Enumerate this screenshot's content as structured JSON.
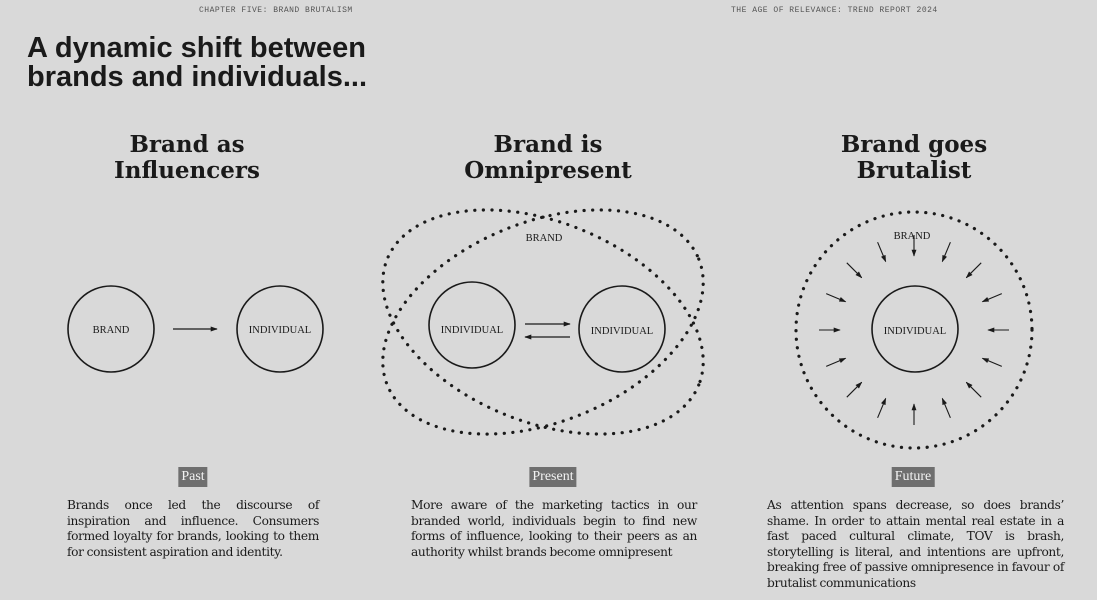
{
  "running_heads": {
    "left": "CHAPTER FIVE: BRAND BRUTALISM",
    "right": "THE AGE OF RELEVANCE: TREND REPORT 2024"
  },
  "headline": {
    "line1": "A dynamic shift between",
    "line2": "brands and individuals..."
  },
  "columns": [
    {
      "title_line1": "Brand as",
      "title_line2": "Influencers",
      "circle_labels": [
        "BRAND",
        "INDIVIDUAL"
      ],
      "era": "Past",
      "body": "Brands once led the discourse of inspiration and influence. Consumers formed loyalty for brands, looking to them for consistent aspiration and identity."
    },
    {
      "title_line1": "Brand is",
      "title_line2": "Omnipresent",
      "brand_label": "BRAND",
      "circle_labels": [
        "INDIVIDUAL",
        "INDIVIDUAL"
      ],
      "era": "Present",
      "body": "More aware of the marketing tactics in our branded world, individuals begin to find new forms of influence, looking to their peers as an authority whilst brands become omnipresent"
    },
    {
      "title_line1": "Brand goes",
      "title_line2": "Brutalist",
      "brand_label": "BRAND",
      "circle_labels": [
        "INDIVIDUAL"
      ],
      "era": "Future",
      "body": "As attention spans decrease, so does brands’ shame. In order to attain mental real estate in a fast paced cultural climate, TOV is brash, storytelling is literal, and intentions are upfront, breaking free of passive omnipresence in favour of brutalist communications"
    }
  ],
  "colors": {
    "background": "#d9d9d9",
    "ink": "#1a1a1a",
    "label_bg": "#6f6f6f"
  }
}
